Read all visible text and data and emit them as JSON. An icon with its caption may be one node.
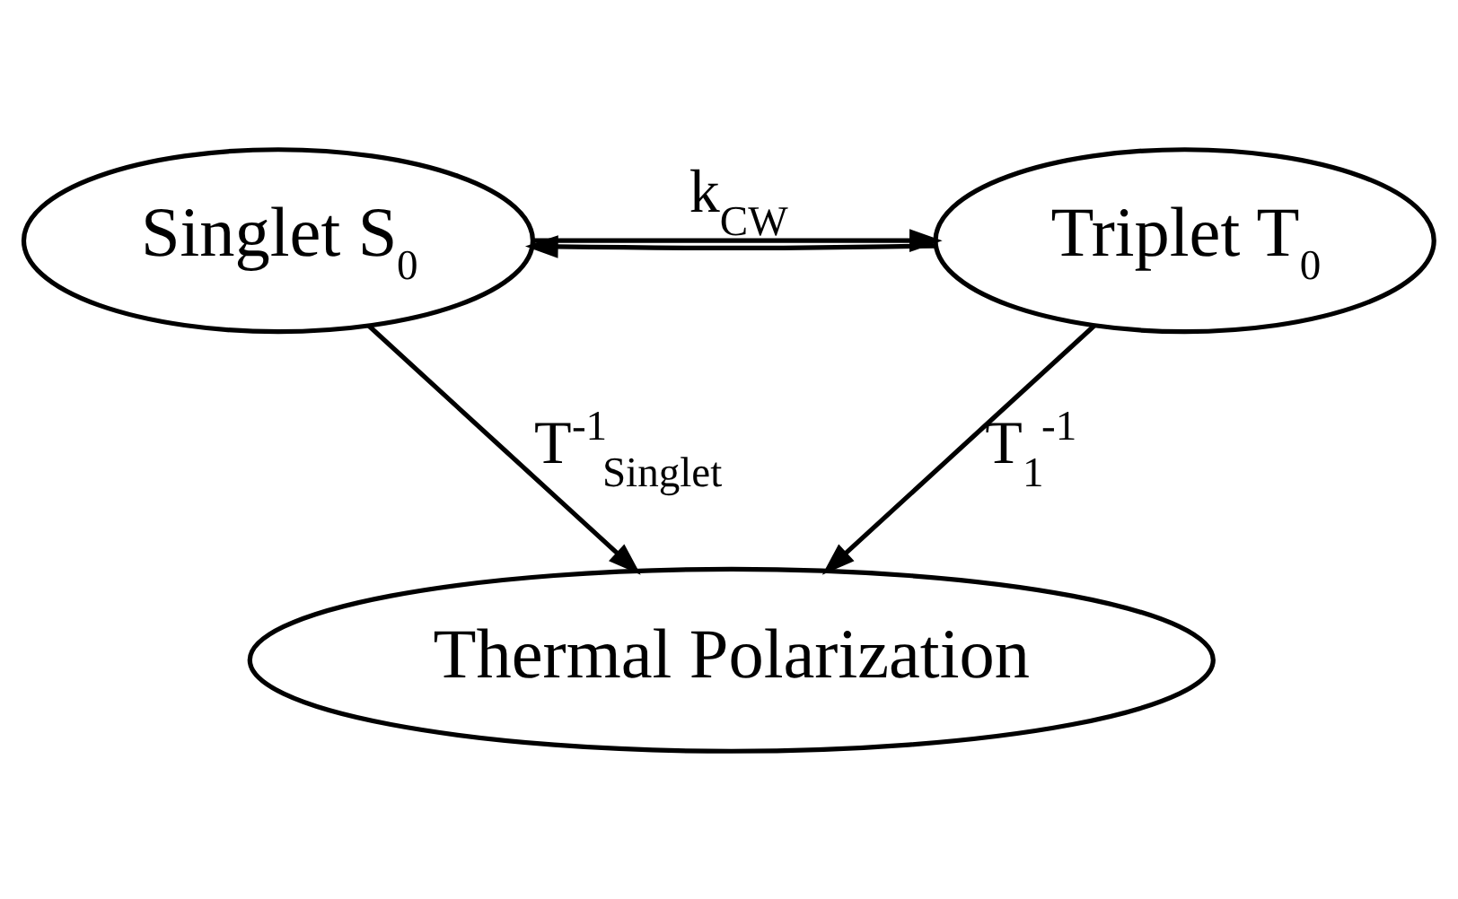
{
  "diagram": {
    "nodes": [
      {
        "text": [
          "Singlet S$_{0}$"
        ]
      },
      {
        "text": [
          "Triplet T$_{0}$"
        ]
      },
      {
        "text": [
          "Thermal Polarization"
        ]
      }
    ],
    "edges": [
      {
        "from": 0,
        "to": 1,
        "arrow": "to",
        "label": "k$_{CW}$"
      },
      {
        "from": 1,
        "to": 0,
        "arrow": "to"
      },
      {
        "from": 0,
        "to": 2,
        "arrow": "to",
        "label": "T$^{-1}$$_{Singlet}$"
      },
      {
        "from": 1,
        "to": 2,
        "arrow": "to",
        "label": "T$_{1}$$^{-1}$"
      }
    ]
  }
}
